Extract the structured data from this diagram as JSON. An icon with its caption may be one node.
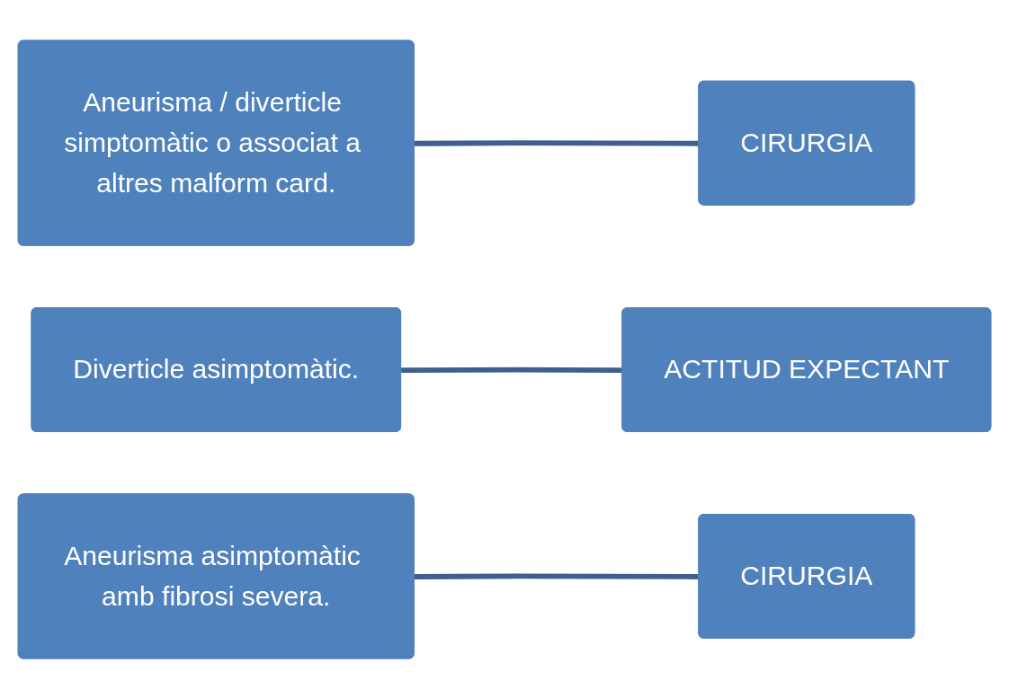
{
  "diagram": {
    "nodes": [
      {
        "text": [
          "Aneurisma / diverticle simptomàtic o associat a altres malform card."
        ]
      },
      {
        "text": [
          "CIRURGIA"
        ]
      },
      {
        "text": [
          "Diverticle asimptomàtic."
        ]
      },
      {
        "text": [
          "ACTITUD EXPECTANT"
        ]
      },
      {
        "text": [
          "Aneurisma asimptomàtic amb fibrosi severa."
        ]
      },
      {
        "text": [
          "CIRURGIA"
        ]
      }
    ],
    "edges": [
      {
        "from": 0,
        "to": 1,
        "arrow": "none"
      },
      {
        "from": 2,
        "to": 3,
        "arrow": "none"
      },
      {
        "from": 4,
        "to": 5,
        "arrow": "none"
      }
    ]
  }
}
